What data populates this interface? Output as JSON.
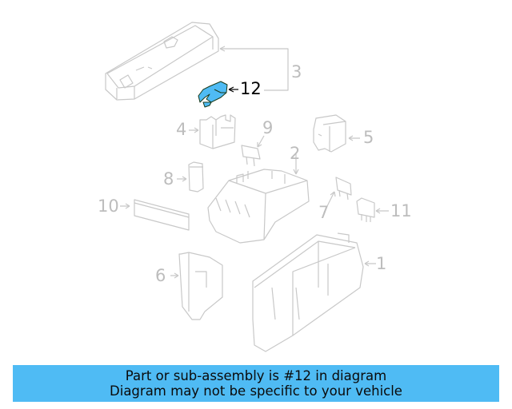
{
  "diagram": {
    "highlight_color": "#4fbbf4",
    "line_color": "#c8c8c8",
    "highlighted_part": "12",
    "callouts": [
      {
        "id": "1",
        "label": "1"
      },
      {
        "id": "2",
        "label": "2"
      },
      {
        "id": "3",
        "label": "3"
      },
      {
        "id": "4",
        "label": "4"
      },
      {
        "id": "5",
        "label": "5"
      },
      {
        "id": "6",
        "label": "6"
      },
      {
        "id": "7",
        "label": "7"
      },
      {
        "id": "8",
        "label": "8"
      },
      {
        "id": "9",
        "label": "9"
      },
      {
        "id": "10",
        "label": "10"
      },
      {
        "id": "11",
        "label": "11"
      },
      {
        "id": "12",
        "label": "12"
      }
    ]
  },
  "banner": {
    "line1": "Part or sub-assembly is #12 in diagram",
    "line2": "Diagram may not be specific to your vehicle",
    "background": "#4fbbf4"
  }
}
